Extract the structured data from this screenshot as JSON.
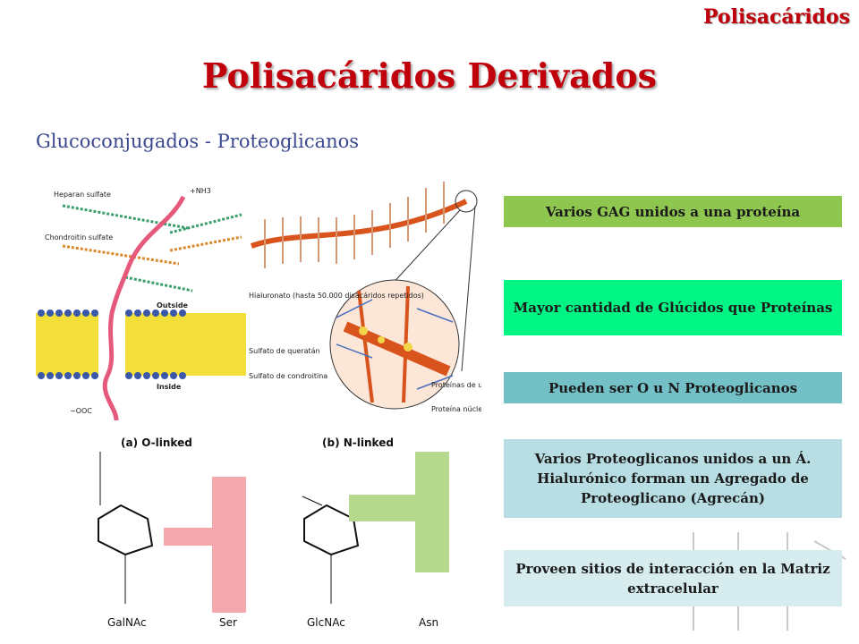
{
  "header": {
    "corner_tag": "Polisacáridos",
    "title": "Polisacáridos Derivados",
    "subtitle": "Glucoconjugados - Proteoglicanos"
  },
  "figure_membrane": {
    "heparan_label": "Heparan sulfate",
    "chondroitin_label": "Chondroitin sulfate",
    "nh3_label": "+NH3",
    "outside_label": "Outside",
    "inside_label": "Inside",
    "ooc_label": "−OOC"
  },
  "figure_aggregate": {
    "hialuronato_label": "Hialuronato (hasta 50.000 disacáridos repetidos)",
    "queratan_label": "Sulfato de queratán",
    "condroitina_label": "Sulfato de condroitina",
    "union_label": "Proteínas de unión",
    "nucleo_label": "Proteína núcleo de agrecán"
  },
  "figure_linkage": {
    "o_linked_label": "(a) O-linked",
    "n_linked_label": "(b) N-linked",
    "galnac_label": "GalNAc",
    "ser_label": "Ser",
    "glcnac_label": "GlcNAc",
    "asn_label": "Asn"
  },
  "boxes": [
    "Varios GAG unidos a una proteína",
    "Mayor cantidad de Glúcidos que Proteínas",
    "Pueden ser O u N Proteoglicanos",
    "Varios Proteoglicanos unidos a un Á. Hialurónico forman un Agregado de Proteoglicano (Agrecán)",
    "Proveen sitios de interacción en la Matriz extracelular"
  ],
  "colors": {
    "title_red": "#c0000b",
    "subtitle_blue": "#3c4890",
    "box_green": "#8fc650",
    "box_mint": "#00f585",
    "box_teal": "#74c0c7",
    "box_light_blue": "#b8dde3",
    "box_pale_blue": "#d6ecef"
  }
}
